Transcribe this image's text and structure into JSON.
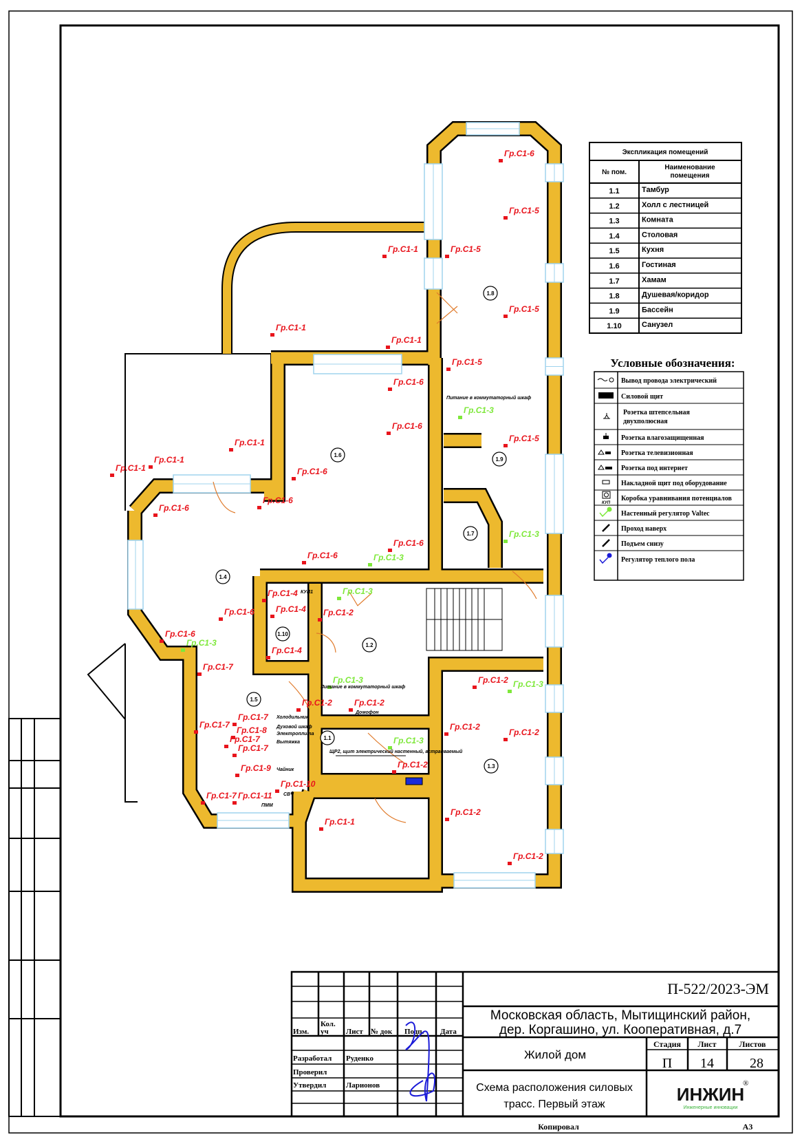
{
  "rooms_table": {
    "title": "Экспликация помещений",
    "headers": [
      "№ пом.",
      "Наименование помещения"
    ],
    "rows": [
      {
        "num": "1.1",
        "name": "Тамбур"
      },
      {
        "num": "1.2",
        "name": "Холл с лестницей"
      },
      {
        "num": "1.3",
        "name": "Комната"
      },
      {
        "num": "1.4",
        "name": "Столовая"
      },
      {
        "num": "1.5",
        "name": "Кухня"
      },
      {
        "num": "1.6",
        "name": "Гостиная"
      },
      {
        "num": "1.7",
        "name": "Хамам"
      },
      {
        "num": "1.8",
        "name": "Душевая/коридор"
      },
      {
        "num": "1.9",
        "name": "Бассейн"
      },
      {
        "num": "1.10",
        "name": "Санузел"
      }
    ]
  },
  "legend": {
    "title": "Условные обозначения:",
    "items": [
      {
        "icon": "wire-outlet-icon",
        "label": "Вывод провода электрический"
      },
      {
        "icon": "power-panel-icon",
        "label": "Силовой щит"
      },
      {
        "icon": "double-socket-icon",
        "label": "Розетка штепсельная двухполюсная"
      },
      {
        "icon": "waterproof-socket-icon",
        "label": "Розетка влагозащищенная"
      },
      {
        "icon": "tv-socket-icon",
        "label": "Розетка телевизионная"
      },
      {
        "icon": "internet-socket-icon",
        "label": "Розетка под интернет"
      },
      {
        "icon": "surface-panel-icon",
        "label": "Накладной щит под оборудование"
      },
      {
        "icon": "equipotential-box-icon",
        "label": "Коробка уравнивания потенциалов"
      },
      {
        "icon": "valtec-regulator-icon",
        "label": "Настенный регулятор Valtec"
      },
      {
        "icon": "riser-pass-icon",
        "label": "Проход наверх"
      },
      {
        "icon": "rise-down-icon",
        "label": "Подъем снизу"
      },
      {
        "icon": "floor-heating-regulator-icon",
        "label": "Регулятор теплого пола"
      }
    ],
    "equip_box_code": "КУП"
  },
  "plan": {
    "room_numbers": [
      "1.8",
      "1.6",
      "1.9",
      "1.7",
      "1.4",
      "1.10",
      "1.2",
      "1.5",
      "1.1",
      "1.3"
    ],
    "labels": [
      {
        "text": "Гр.С1-6",
        "color": "#e8141c"
      },
      {
        "text": "Гр.С1-5",
        "color": "#e8141c"
      },
      {
        "text": "Гр.С1-1",
        "color": "#e8141c"
      },
      {
        "text": "Гр.С1-5",
        "color": "#e8141c"
      },
      {
        "text": "Гр.С1-5",
        "color": "#e8141c"
      },
      {
        "text": "Гр.С1-1",
        "color": "#e8141c"
      },
      {
        "text": "Гр.С1-1",
        "color": "#e8141c"
      },
      {
        "text": "Гр.С1-5",
        "color": "#e8141c"
      },
      {
        "text": "Гр.С1-6",
        "color": "#e8141c"
      },
      {
        "text": "Гр.С1-6",
        "color": "#e8141c"
      },
      {
        "text": "Гр.С1-5",
        "color": "#e8141c"
      },
      {
        "text": "Гр.С1-1",
        "color": "#e8141c"
      },
      {
        "text": "Гр.С1-6",
        "color": "#e8141c"
      },
      {
        "text": "Гр.С1-1",
        "color": "#e8141c"
      },
      {
        "text": "Гр.С1-1",
        "color": "#e8141c"
      },
      {
        "text": "Гр.С1-6",
        "color": "#e8141c"
      },
      {
        "text": "Гр.С1-6",
        "color": "#e8141c"
      },
      {
        "text": "Гр.С1-6",
        "color": "#e8141c"
      },
      {
        "text": "Гр.С1-6",
        "color": "#e8141c"
      },
      {
        "text": "Гр.С1-4",
        "color": "#e8141c"
      },
      {
        "text": "Гр.С1-4",
        "color": "#e8141c"
      },
      {
        "text": "Гр.С1-6",
        "color": "#e8141c"
      },
      {
        "text": "Гр.С1-2",
        "color": "#e8141c"
      },
      {
        "text": "Гр.С1-6",
        "color": "#e8141c"
      },
      {
        "text": "Гр.С1-4",
        "color": "#e8141c"
      },
      {
        "text": "Гр.С1-7",
        "color": "#e8141c"
      },
      {
        "text": "Гр.С1-2",
        "color": "#e8141c"
      },
      {
        "text": "Гр.С1-2",
        "color": "#e8141c"
      },
      {
        "text": "Гр.С1-2",
        "color": "#e8141c"
      },
      {
        "text": "Гр.С1-7",
        "color": "#e8141c"
      },
      {
        "text": "Гр.С1-2",
        "color": "#e8141c"
      },
      {
        "text": "Гр.С1-7",
        "color": "#e8141c"
      },
      {
        "text": "Гр.С1-8",
        "color": "#e8141c"
      },
      {
        "text": "Гр.С1-7",
        "color": "#e8141c"
      },
      {
        "text": "Гр.С1-7",
        "color": "#e8141c"
      },
      {
        "text": "Гр.С1-2",
        "color": "#e8141c"
      },
      {
        "text": "Гр.С1-2",
        "color": "#e8141c"
      },
      {
        "text": "Гр.С1-9",
        "color": "#e8141c"
      },
      {
        "text": "Гр.С1-10",
        "color": "#e8141c"
      },
      {
        "text": "Гр.С1-7",
        "color": "#e8141c"
      },
      {
        "text": "Гр.С1-11",
        "color": "#e8141c"
      },
      {
        "text": "Гр.С1-2",
        "color": "#e8141c"
      },
      {
        "text": "Гр.С1-1",
        "color": "#e8141c"
      },
      {
        "text": "Гр.С1-2",
        "color": "#e8141c"
      },
      {
        "text": "Гр.С1-3",
        "color": "#7ee83a"
      },
      {
        "text": "Гр.С1-3",
        "color": "#7ee83a"
      },
      {
        "text": "Гр.С1-3",
        "color": "#7ee83a"
      },
      {
        "text": "Гр.С1-3",
        "color": "#7ee83a"
      },
      {
        "text": "Гр.С1-3",
        "color": "#7ee83a"
      },
      {
        "text": "Гр.С1-3",
        "color": "#7ee83a"
      },
      {
        "text": "Гр.С1-3",
        "color": "#7ee83a"
      },
      {
        "text": "Гр.С1-3",
        "color": "#7ee83a"
      }
    ],
    "notes": [
      "Питание в коммутаторный шкаф",
      "Питание в коммутаторный шкаф",
      "Домофон",
      "ЩР2, щит электрический настенный, встраиваемый",
      "Холодильник",
      "Духовой шкаф",
      "Электроплита",
      "Вытяжка",
      "Чайник",
      "СВЧ",
      "ПММ",
      "КУП1"
    ]
  },
  "title_block": {
    "doc_code": "П-522/2023-ЭМ",
    "address_line1": "Московская область, Мытищинский район,",
    "address_line2": "дер. Коргашино, ул. Кооперативная, д.7",
    "object": "Жилой дом",
    "sheet_title_line1": "Схема расположения силовых",
    "sheet_title_line2": "трасс. Первый этаж",
    "stage_header": "Стадия",
    "sheet_header": "Лист",
    "sheets_header": "Листов",
    "stage": "П",
    "sheet": "14",
    "sheets": "28",
    "col_headers": [
      "Изм.",
      "Кол. уч",
      "Лист",
      "№ док",
      "Подп.",
      "Дата"
    ],
    "roles": [
      {
        "role": "Разработал",
        "name": "Руденко"
      },
      {
        "role": "Проверил",
        "name": ""
      },
      {
        "role": "Утвердил",
        "name": "Ларионов"
      }
    ],
    "logo_text": "ИНЖИН",
    "logo_subtitle": "Инженерные инновации",
    "logo_mark": "®",
    "copied": "Копировал",
    "format": "А3"
  },
  "colors": {
    "wall": "#edb92e",
    "label_red": "#e8141c",
    "label_green": "#7ee83a",
    "window": "#9fd3ee",
    "signature": "#1a1ad8"
  }
}
